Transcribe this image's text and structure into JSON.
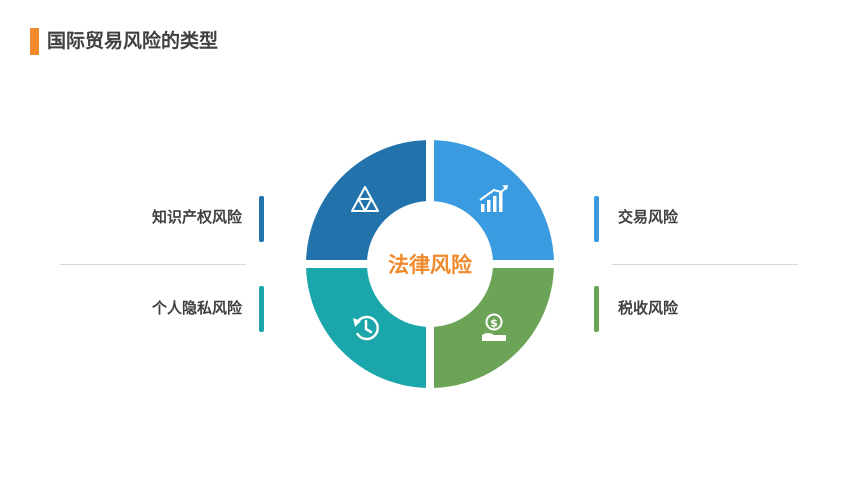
{
  "page": {
    "title": "国际贸易风险的类型"
  },
  "diagram": {
    "center_label": "法律风险",
    "colors": {
      "accent": "#f08a2c",
      "q_top_left": "#2273ac",
      "q_top_right": "#3a9be0",
      "q_bottom_left": "#1aa6aa",
      "q_bottom_right": "#6ba357"
    },
    "items": {
      "top_left": {
        "label": "知识产权风险",
        "icon": "triangle-pyramid-icon"
      },
      "top_right": {
        "label": "交易风险",
        "icon": "bar-growth-icon"
      },
      "bottom_left": {
        "label": "个人隐私风险",
        "icon": "history-clock-icon"
      },
      "bottom_right": {
        "label": "税收风险",
        "icon": "money-hand-icon"
      }
    }
  }
}
